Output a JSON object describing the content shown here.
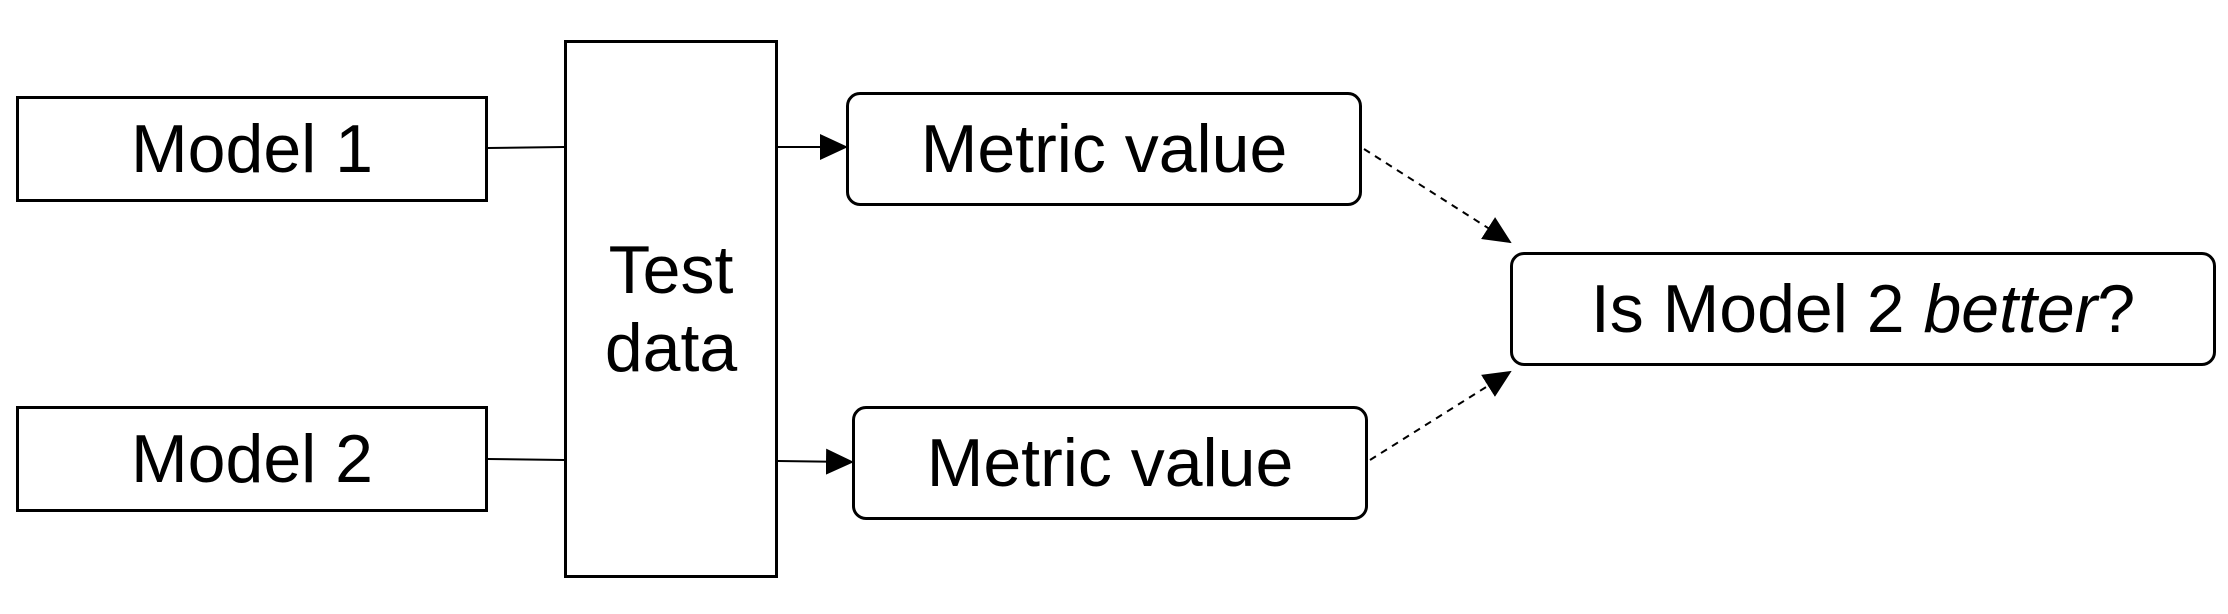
{
  "nodes": {
    "model1": "Model 1",
    "model2": "Model 2",
    "test_data": {
      "line1": "Test",
      "line2": "data"
    },
    "metric1": "Metric value",
    "metric2": "Metric value",
    "question": {
      "prefix": "Is Model 2 ",
      "emphasis": "better",
      "suffix": "?"
    }
  },
  "edges": [
    {
      "from": "model1",
      "to": "test_data",
      "style": "solid",
      "arrow": false
    },
    {
      "from": "model2",
      "to": "test_data",
      "style": "solid",
      "arrow": false
    },
    {
      "from": "test_data",
      "to": "metric1",
      "style": "solid",
      "arrow": true
    },
    {
      "from": "test_data",
      "to": "metric2",
      "style": "solid",
      "arrow": true
    },
    {
      "from": "metric1",
      "to": "question",
      "style": "dashed",
      "arrow": true
    },
    {
      "from": "metric2",
      "to": "question",
      "style": "dashed",
      "arrow": true
    }
  ],
  "colors": {
    "stroke": "#000000",
    "background": "#ffffff"
  }
}
